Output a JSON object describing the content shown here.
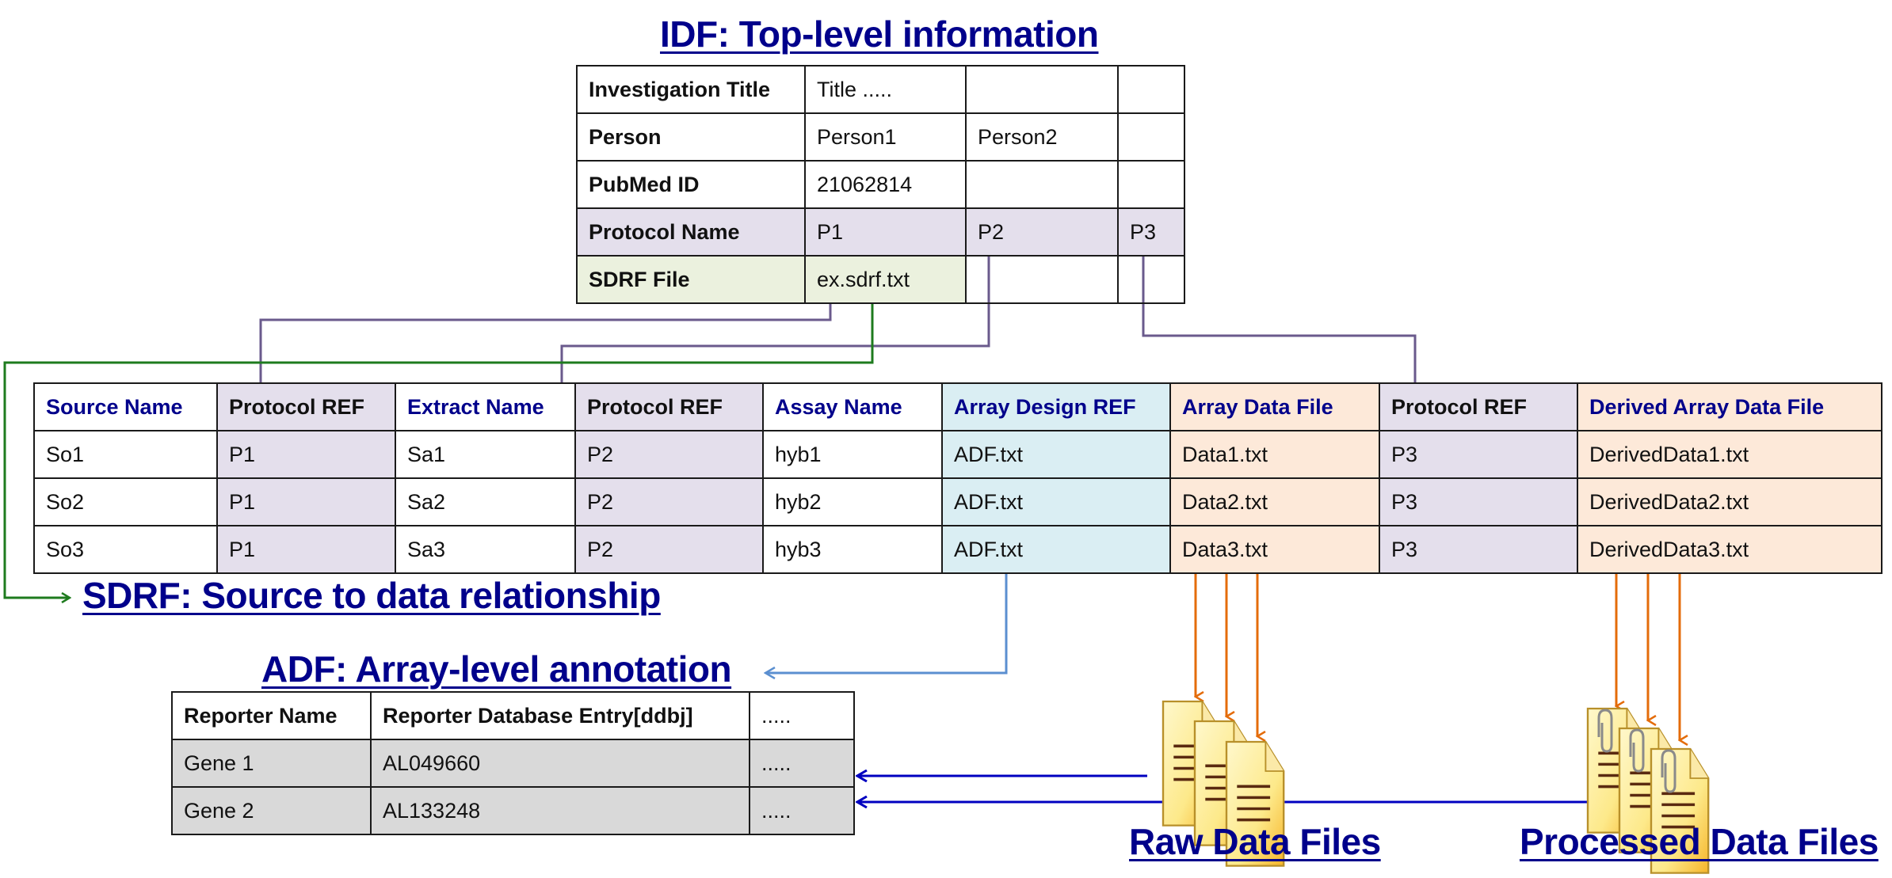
{
  "idf": {
    "title": "IDF: Top-level information",
    "rows": [
      {
        "label": "Investigation Title",
        "cells": [
          "Title .....",
          "",
          ""
        ]
      },
      {
        "label": "Person",
        "cells": [
          "Person1",
          "Person2",
          ""
        ]
      },
      {
        "label": "PubMed ID",
        "cells": [
          "21062814",
          "",
          ""
        ]
      },
      {
        "label": "Protocol Name",
        "cells": [
          "P1",
          "P2",
          "P3"
        ]
      },
      {
        "label": "SDRF File",
        "cells": [
          "ex.sdrf.txt",
          "",
          ""
        ]
      }
    ]
  },
  "sdrf": {
    "title": "SDRF: Source to data relationship",
    "headers": [
      "Source Name",
      "Protocol REF",
      "Extract Name",
      "Protocol REF",
      "Assay Name",
      "Array Design REF",
      "Array Data File",
      "Protocol REF",
      "Derived Array Data File"
    ],
    "rows": [
      [
        "So1",
        "P1",
        "Sa1",
        "P2",
        "hyb1",
        "ADF.txt",
        "Data1.txt",
        "P3",
        "DerivedData1.txt"
      ],
      [
        "So2",
        "P1",
        "Sa2",
        "P2",
        "hyb2",
        "ADF.txt",
        "Data2.txt",
        "P3",
        "DerivedData2.txt"
      ],
      [
        "So3",
        "P1",
        "Sa3",
        "P2",
        "hyb3",
        "ADF.txt",
        "Data3.txt",
        "P3",
        "DerivedData3.txt"
      ]
    ]
  },
  "adf": {
    "title": "ADF: Array-level annotation",
    "headers": [
      "Reporter Name",
      "Reporter Database Entry[ddbj]",
      "....."
    ],
    "rows": [
      [
        "Gene 1",
        "AL049660",
        "....."
      ],
      [
        "Gene 2",
        "AL133248",
        "....."
      ]
    ]
  },
  "files": {
    "raw_label": "Raw Data Files",
    "processed_label": "Processed Data Files",
    "raw_icon": "document-icon",
    "processed_icon": "clipped-document-icon"
  },
  "colors": {
    "title": "#00008b",
    "protocol": "#e4dfec",
    "sdrf_file": "#ebf1de",
    "array_design": "#daeef3",
    "data_file": "#fde9d9",
    "adf_row": "#d9d9d9",
    "protocol_link": "#6a5a8c",
    "sdrf_link": "#1e7b1e",
    "adf_link": "#5b8fd0",
    "data_link": "#e46c0a",
    "annotation_link": "#0000c0"
  }
}
